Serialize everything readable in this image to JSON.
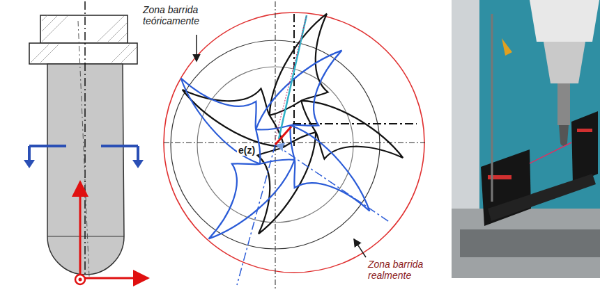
{
  "diagram": {
    "labels": [
      "Zona barrida teóricamente",
      "e(z)",
      "Zona barrida realmente"
    ]
  }
}
